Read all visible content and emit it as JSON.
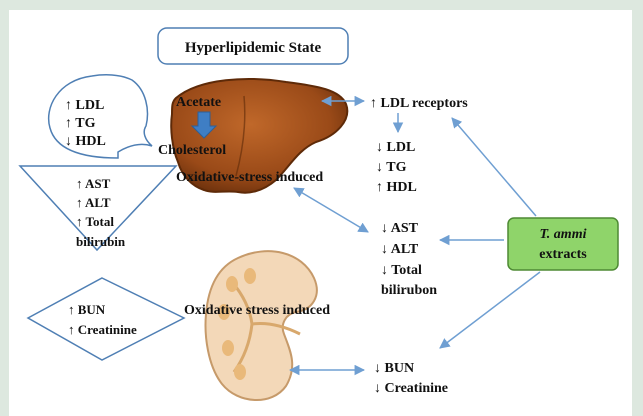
{
  "title": "Hyperlipidemic State",
  "lipid_bubble": [
    "↑ LDL",
    "↑ TG",
    "↓ HDL"
  ],
  "liver": {
    "acetate": "Acetate",
    "cholesterol": "Cholesterol",
    "stress": "Oxidative-stress induced"
  },
  "liver_triangle": [
    "↑ AST",
    "↑ ALT",
    "↑ Total",
    "bilirubin"
  ],
  "kidney_diamond": [
    "↑ BUN",
    "↑ Creatinine"
  ],
  "kidney_stress": "Oxidative stress induced",
  "receptors": "↑ LDL receptors",
  "lipid_result": [
    "↓ LDL",
    "↓ TG",
    "↑ HDL"
  ],
  "enzyme_result": [
    "↓ AST",
    "↓ ALT",
    "↓ Total",
    "bilirubon"
  ],
  "kidney_result": [
    "↓ BUN",
    "↓ Creatinine"
  ],
  "extract": {
    "name": "T. ammi",
    "label": "extracts"
  },
  "colors": {
    "background": "#dde8df",
    "liver": "#a0521e",
    "liver_dark": "#5e2a08",
    "kidney": "#f3d8b8",
    "extract_fill": "#8fd46a",
    "extract_stroke": "#4e8a34",
    "arrow": "#6f9fd2",
    "shape_stroke": "#4f7fb4"
  }
}
